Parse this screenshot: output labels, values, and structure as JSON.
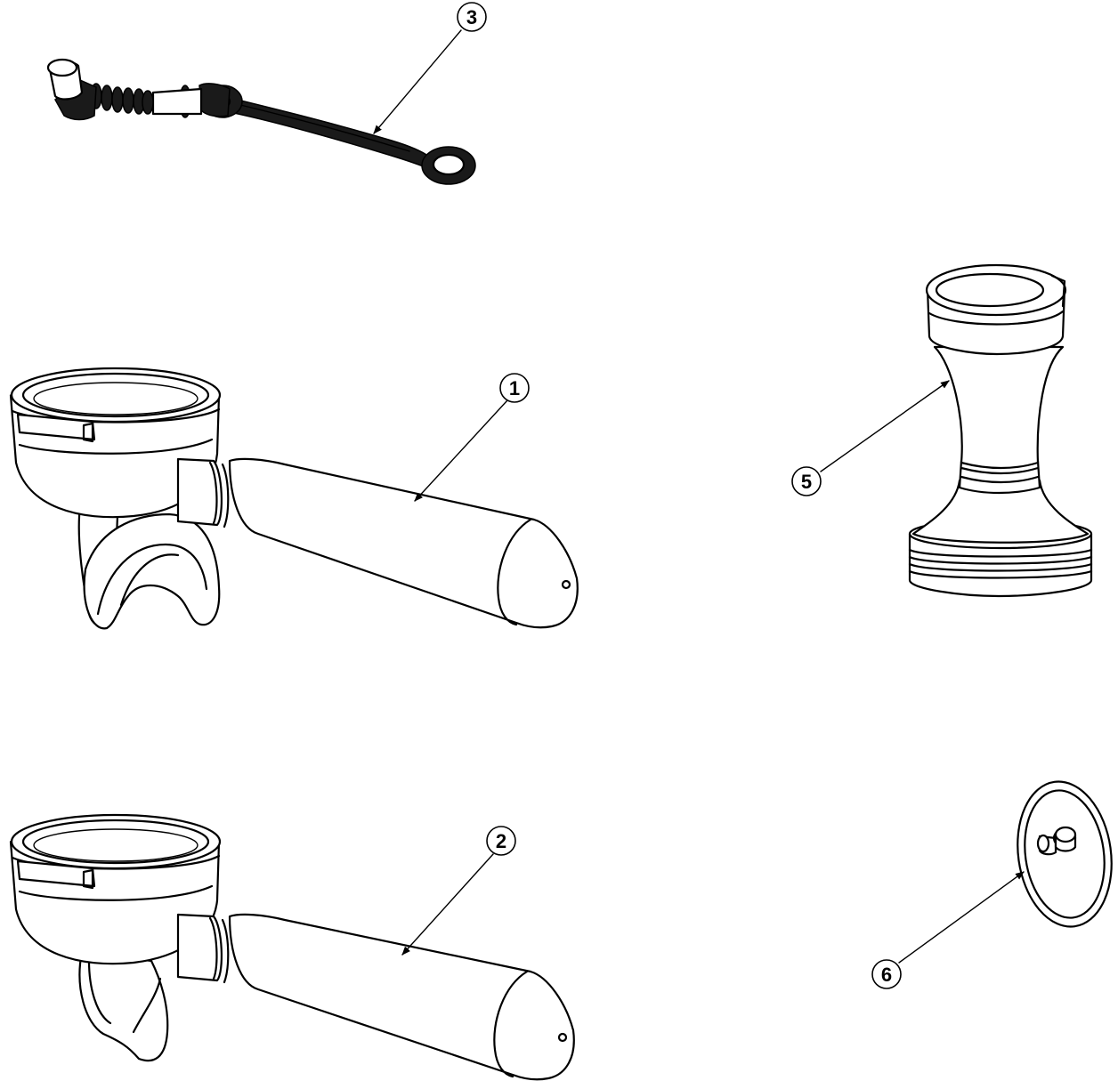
{
  "diagram": {
    "callouts": [
      {
        "id": "1",
        "label": "1"
      },
      {
        "id": "2",
        "label": "2"
      },
      {
        "id": "3",
        "label": "3"
      },
      {
        "id": "5",
        "label": "5"
      },
      {
        "id": "6",
        "label": "6"
      }
    ],
    "parts": [
      {
        "callout": "1",
        "icon": "portafilter-double-spout-icon"
      },
      {
        "callout": "2",
        "icon": "portafilter-single-spout-icon"
      },
      {
        "callout": "3",
        "icon": "cleaning-brush-icon"
      },
      {
        "callout": "5",
        "icon": "coffee-tamper-icon"
      },
      {
        "callout": "6",
        "icon": "blind-filter-disc-icon"
      }
    ],
    "colors": {
      "line": "#000000",
      "background": "#ffffff"
    }
  }
}
